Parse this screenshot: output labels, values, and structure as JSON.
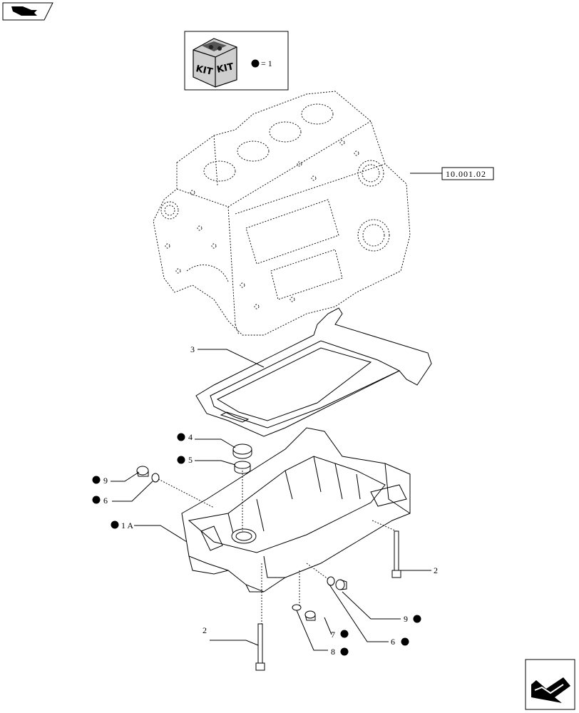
{
  "kit": {
    "badge_left": "KIT",
    "badge_right": "KIT",
    "legend_symbol": "●",
    "legend_text": "= 1"
  },
  "reference": {
    "code": "10.001.02"
  },
  "callouts": [
    {
      "id": "3",
      "text": "3",
      "dot": false
    },
    {
      "id": "4",
      "text": "4",
      "dot": true
    },
    {
      "id": "5",
      "text": "5",
      "dot": true
    },
    {
      "id": "9-left",
      "text": "9",
      "dot": true
    },
    {
      "id": "6-left",
      "text": "6",
      "dot": true
    },
    {
      "id": "1A",
      "text": "1 A",
      "dot": true
    },
    {
      "id": "2-right",
      "text": "2",
      "dot": false
    },
    {
      "id": "2-left",
      "text": "2",
      "dot": false
    },
    {
      "id": "9-right",
      "text": "9",
      "dot": true
    },
    {
      "id": "7",
      "text": "7",
      "dot": true
    },
    {
      "id": "6-right",
      "text": "6",
      "dot": true
    },
    {
      "id": "8",
      "text": "8",
      "dot": true
    }
  ],
  "icons": {
    "top_left": "book-pages-icon",
    "bottom_right": "next-page-arrow-icon"
  }
}
